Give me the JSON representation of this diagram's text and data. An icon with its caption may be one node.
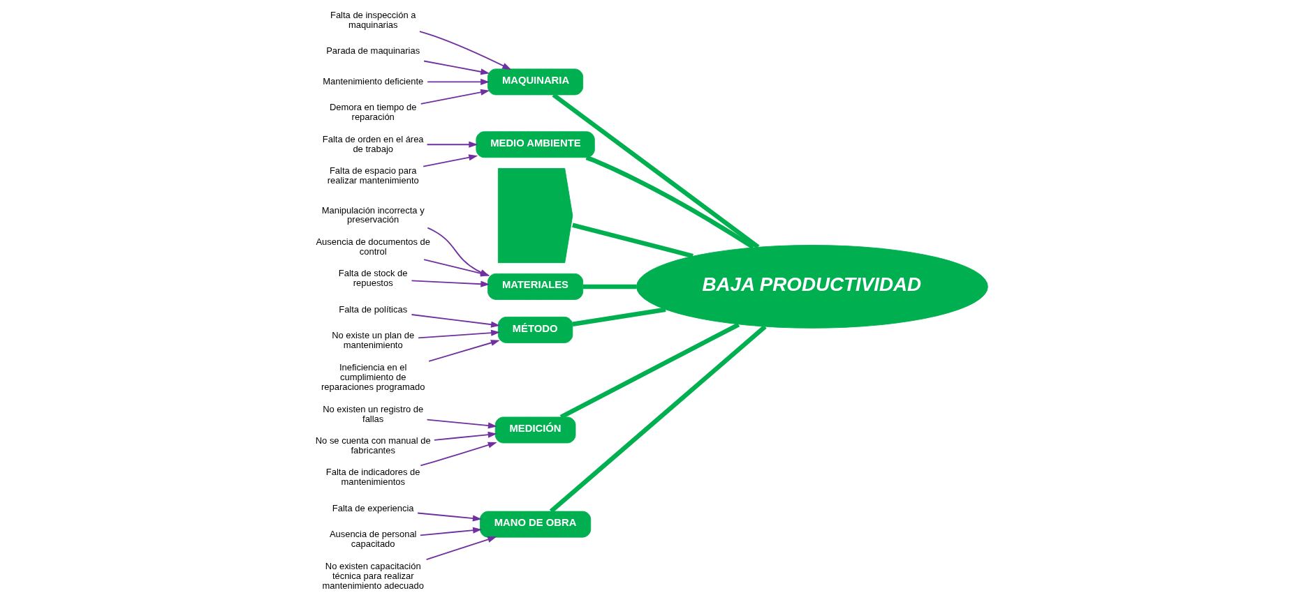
{
  "diagram": {
    "nodes": [
      {
        "text": [
          "MANO DE OBRA"
        ]
      },
      {
        "text": [
          "MAQUINARIA"
        ]
      },
      {
        "text": [
          "MEDIO AMBIENTE"
        ]
      },
      {
        "text": [
          "Falta de experiencia"
        ]
      },
      {
        "text": [
          "Falta de inspección a maquinarias"
        ]
      },
      {
        "text": [
          "Falta de orden en el área de trabajo"
        ]
      },
      {
        "text": [
          "Ausencia de personal capacitado"
        ]
      },
      {
        "text": [
          "Parada de maquinarias"
        ]
      },
      {
        "text": [
          "Mantenimiento deficiente"
        ]
      },
      {
        "text": [
          "Falta de espacio para realizar mantenimiento"
        ]
      },
      {
        "text": [
          "No existen capacitación técnica para realizar mantenimiento adecuado"
        ]
      },
      {
        "text": [
          "Demora en tiempo de reparación"
        ]
      },
      {
        "text": [],
        "shape": "chevron"
      },
      {
        "text": [
          "BAJA PRODUCTIVIDAD"
        ]
      },
      {
        "text": [
          "Manipulación incorrecta y preservación"
        ]
      },
      {
        "text": [
          "No existen un registro de fallas"
        ]
      },
      {
        "text": [
          "Falta de políticas"
        ]
      },
      {
        "text": [
          "No existe un plan de mantenimiento"
        ]
      },
      {
        "text": [
          "No se cuenta con manual de fabricantes"
        ]
      },
      {
        "text": [
          "Ausencia de documentos de control"
        ]
      },
      {
        "text": [
          "Ineficiencia en el cumplimiento de reparaciones programado"
        ]
      },
      {
        "text": [
          "Falta de stock de repuestos"
        ]
      },
      {
        "text": [
          "Falta de indicadores de mantenimientos"
        ]
      },
      {
        "text": [
          "MATERIALES"
        ]
      },
      {
        "text": [
          "MÉTODO"
        ]
      },
      {
        "text": [
          "MEDICIÓN"
        ]
      }
    ],
    "edges": [
      {
        "from": 12,
        "to": 13,
        "arrow": "none",
        "style": "thick",
        "color": "#00b050"
      },
      {
        "from": 0,
        "to": 13,
        "arrow": "none",
        "style": "thick",
        "color": "#00b050"
      },
      {
        "from": 1,
        "to": 13,
        "arrow": "none",
        "style": "thick",
        "color": "#00b050"
      },
      {
        "from": 2,
        "to": 13,
        "arrow": "none",
        "style": "thick",
        "color": "#00b050"
      },
      {
        "from": 23,
        "to": 13,
        "arrow": "none",
        "style": "thick",
        "color": "#00b050"
      },
      {
        "from": 24,
        "to": 13,
        "arrow": "none",
        "style": "thick",
        "color": "#00b050"
      },
      {
        "from": 25,
        "to": 13,
        "arrow": "none",
        "style": "thick",
        "color": "#00b050"
      },
      {
        "from": 3,
        "to": 0,
        "arrow": "to"
      },
      {
        "from": 6,
        "to": 0,
        "arrow": "to"
      },
      {
        "from": 10,
        "to": 0,
        "arrow": "to"
      },
      {
        "from": 4,
        "to": 1,
        "arrow": "to"
      },
      {
        "from": 7,
        "to": 1,
        "arrow": "to"
      },
      {
        "from": 8,
        "to": 1,
        "arrow": "to"
      },
      {
        "from": 11,
        "to": 1,
        "arrow": "to"
      },
      {
        "from": 5,
        "to": 2,
        "arrow": "to"
      },
      {
        "from": 9,
        "to": 2,
        "arrow": "to"
      },
      {
        "from": 14,
        "to": 23,
        "arrow": "to"
      },
      {
        "from": 19,
        "to": 23,
        "arrow": "to"
      },
      {
        "from": 21,
        "to": 23,
        "arrow": "to"
      },
      {
        "from": 16,
        "to": 24,
        "arrow": "to"
      },
      {
        "from": 17,
        "to": 24,
        "arrow": "to"
      },
      {
        "from": 20,
        "to": 24,
        "arrow": "to"
      },
      {
        "from": 15,
        "to": 25,
        "arrow": "to"
      },
      {
        "from": 18,
        "to": 25,
        "arrow": "to"
      },
      {
        "from": 22,
        "to": 25,
        "arrow": "to"
      }
    ]
  }
}
